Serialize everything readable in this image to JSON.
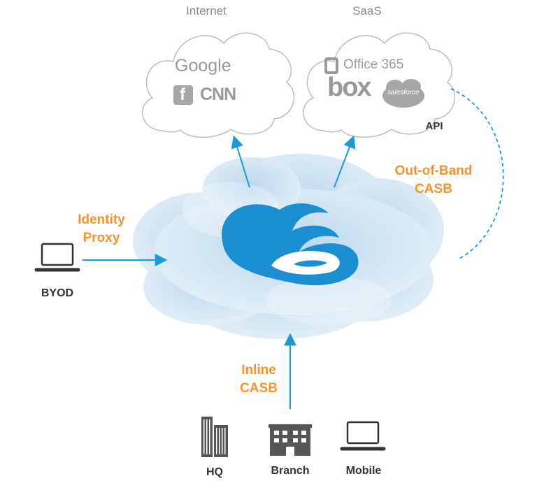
{
  "internet": {
    "title": "Internet",
    "google": "Google",
    "facebook": "f",
    "cnn": "CNN"
  },
  "saas": {
    "title": "SaaS",
    "office": "Office 365",
    "box": "box",
    "salesforce": "salesforce",
    "api": "API"
  },
  "out_of_band": {
    "line1": "Out-of-Band",
    "line2": "CASB"
  },
  "identity_proxy": {
    "line1": "Identity",
    "line2": "Proxy"
  },
  "byod": "BYOD",
  "inline_casb": {
    "line1": "Inline",
    "line2": "CASB"
  },
  "locations": {
    "hq": "HQ",
    "branch": "Branch",
    "mobile": "Mobile"
  },
  "colors": {
    "accent_orange": "#f5922e",
    "arrow_blue": "#1a9ad6",
    "logo_blue": "#1b8fd2"
  }
}
